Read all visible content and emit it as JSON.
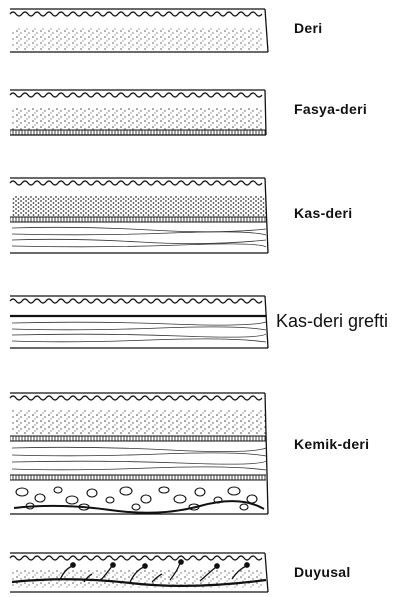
{
  "flaps": [
    {
      "id": "deri",
      "label": "Deri"
    },
    {
      "id": "fasya-deri",
      "label": "Fasya-deri"
    },
    {
      "id": "kas-deri",
      "label": "Kas-deri"
    },
    {
      "id": "kas-deri-grefti",
      "label": "Kas-deri grefti"
    },
    {
      "id": "kemik-deri",
      "label": "Kemik-deri"
    },
    {
      "id": "duyusal",
      "label": "Duyusal"
    }
  ]
}
